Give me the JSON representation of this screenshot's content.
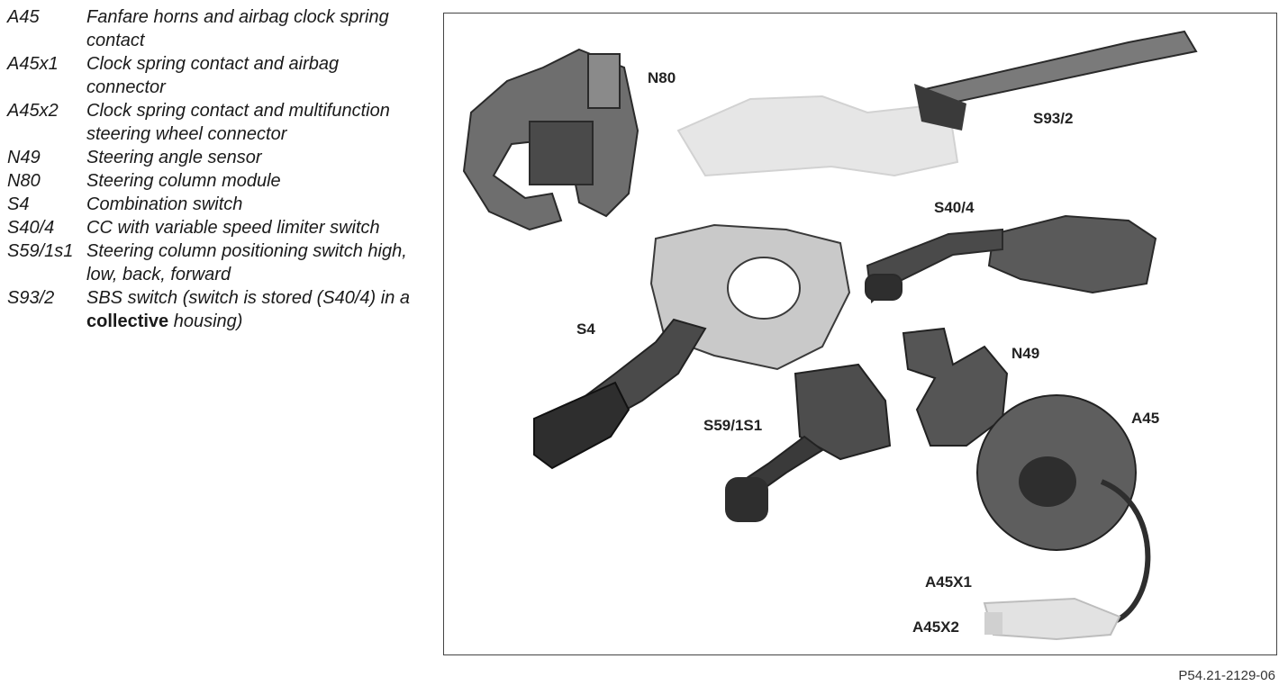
{
  "legend": [
    {
      "code": "A45",
      "desc": "Fanfare horns and airbag clock spring contact"
    },
    {
      "code": "A45x1",
      "desc": "Clock spring contact and airbag connector"
    },
    {
      "code": "A45x2",
      "desc": "Clock spring contact and multifunction steering wheel connector"
    },
    {
      "code": "N49",
      "desc": "Steering angle sensor"
    },
    {
      "code": "N80",
      "desc": "Steering column module"
    },
    {
      "code": "S4",
      "desc": "Combination switch"
    },
    {
      "code": "S40/4",
      "desc": "CC with variable speed limiter switch"
    },
    {
      "code": "S59/1s1",
      "desc": "Steering column positioning switch high, low, back, forward"
    },
    {
      "code": "S93/2",
      "desc_pre": "SBS switch (switch is stored (S40/4) in a ",
      "desc_bold": "collective",
      "desc_post": " housing)"
    }
  ],
  "figure_labels": {
    "n80": "N80",
    "s93_2": "S93/2",
    "s40_4": "S40/4",
    "s4": "S4",
    "n49": "N49",
    "s59_1s1": "S59/1S1",
    "a45": "A45",
    "a45x1": "A45X1",
    "a45x2": "A45X2"
  },
  "figure_ref": "P54.21-2129-06"
}
